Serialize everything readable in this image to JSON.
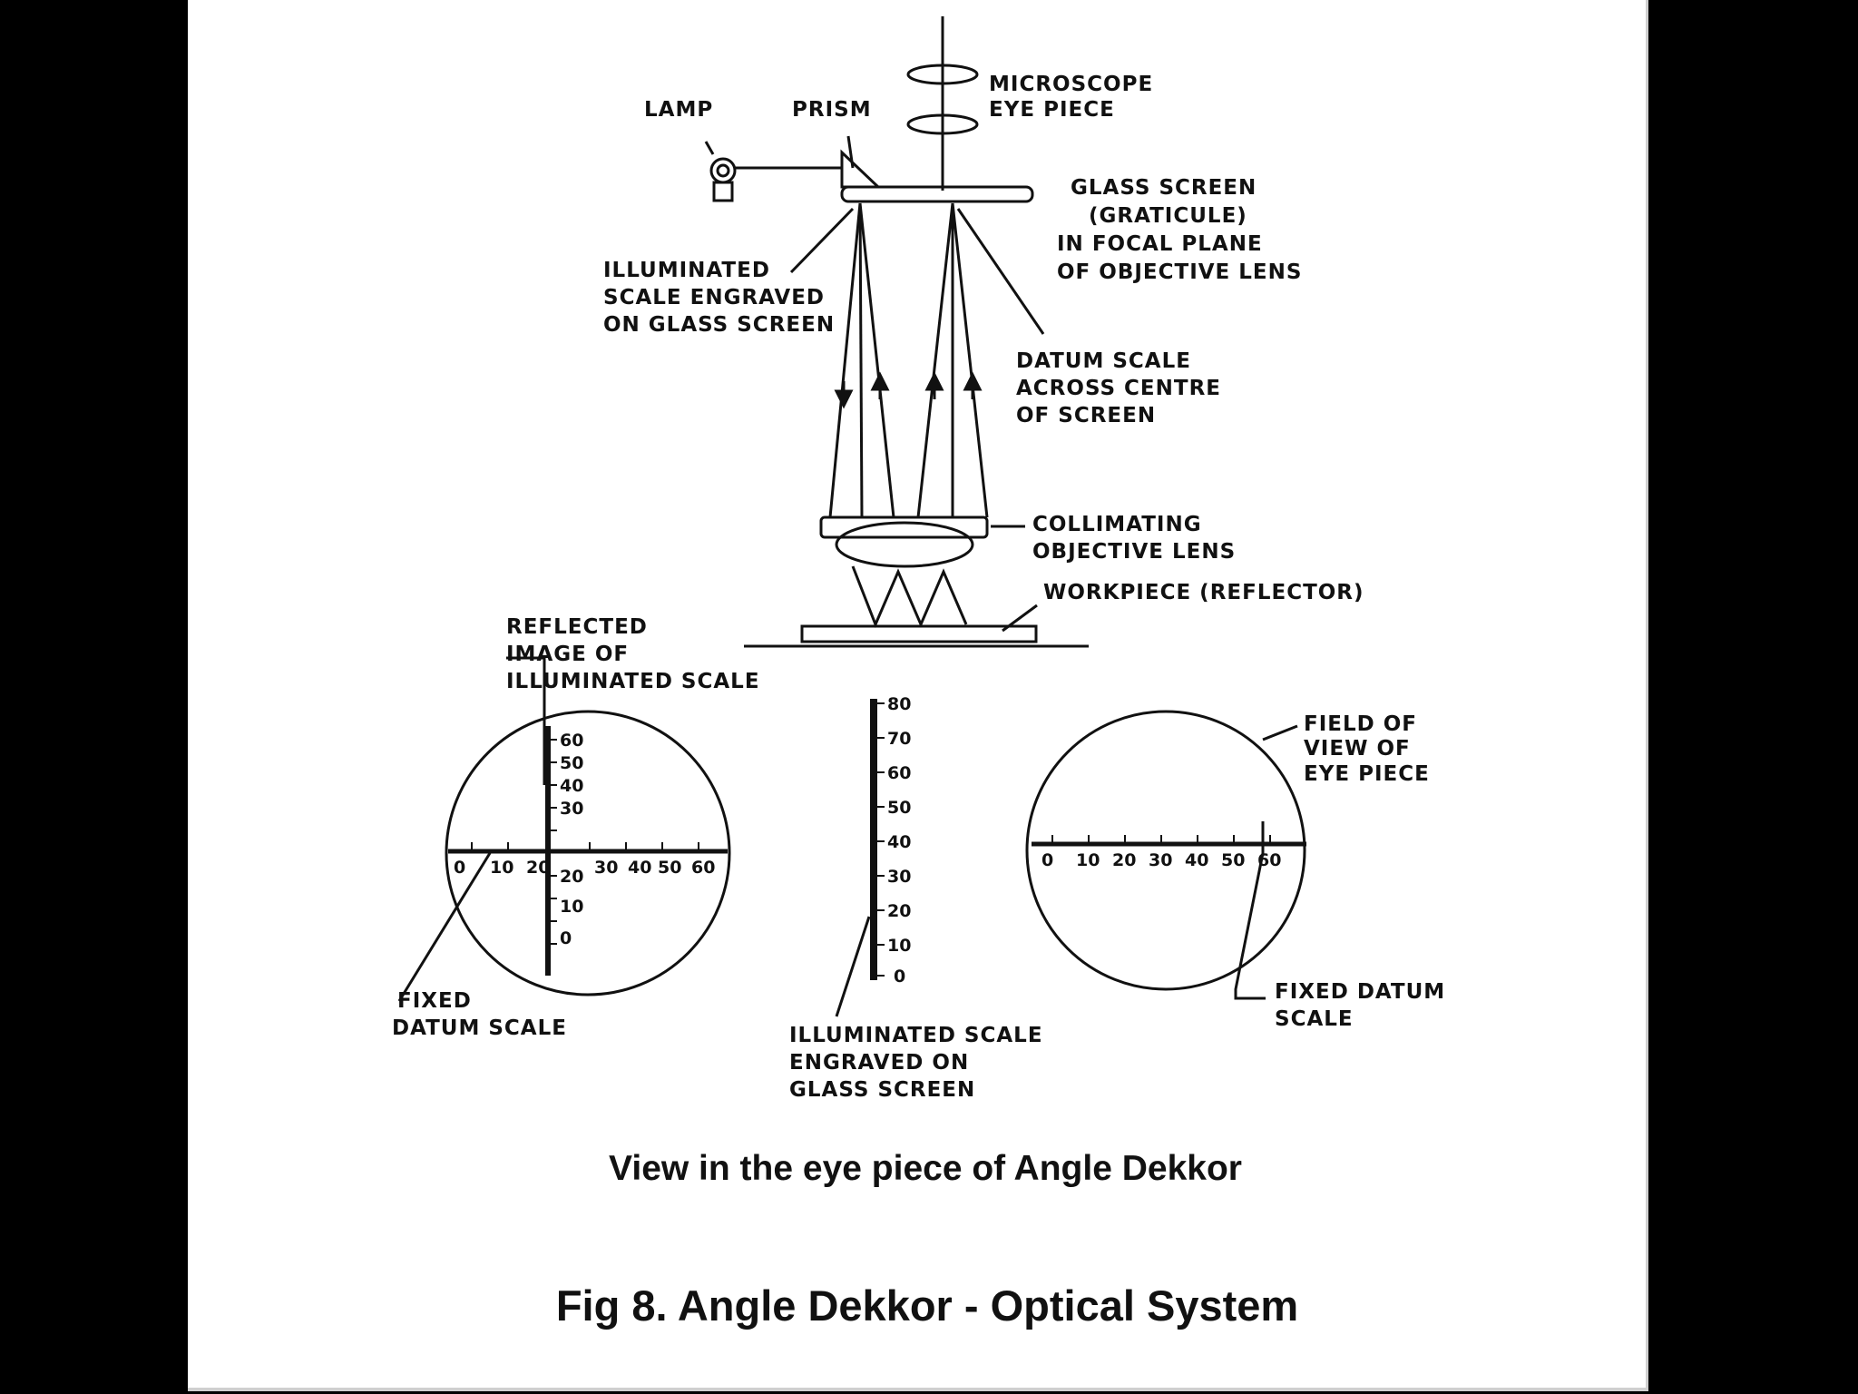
{
  "labels": {
    "lamp": "LAMP",
    "prism": "PRISM",
    "microscope": [
      "MICROSCOPE",
      "EYE PIECE"
    ],
    "glass_screen": [
      "GLASS SCREEN",
      "(GRATICULE)",
      "IN FOCAL PLANE",
      "OF OBJECTIVE LENS"
    ],
    "illuminated_top": [
      "ILLUMINATED",
      "SCALE ENGRAVED",
      "ON GLASS SCREEN"
    ],
    "datum_top": [
      "DATUM SCALE",
      "ACROSS CENTRE",
      "OF SCREEN"
    ],
    "collimating": [
      "COLLIMATING",
      "OBJECTIVE LENS"
    ],
    "workpiece": "WORKPIECE (REFLECTOR)",
    "reflected": [
      "REFLECTED",
      "IMAGE OF",
      "ILLUMINATED SCALE"
    ],
    "fixed_datum_left": [
      "FIXED",
      "DATUM SCALE"
    ],
    "illuminated_bottom": [
      "ILLUMINATED SCALE",
      "ENGRAVED ON",
      "GLASS SCREEN"
    ],
    "field_of_view": [
      "FIELD OF",
      "VIEW OF",
      "EYE PIECE"
    ],
    "fixed_datum_right": [
      "FIXED DATUM",
      "SCALE"
    ]
  },
  "scales": {
    "left_vertical": [
      "60",
      "50",
      "40",
      "30",
      "20",
      "10",
      "0"
    ],
    "left_horizontal": [
      "0",
      "10",
      "20",
      "30",
      "40",
      "50",
      "60"
    ],
    "middle_vertical": [
      "80",
      "70",
      "60",
      "50",
      "40",
      "30",
      "20",
      "10",
      "0"
    ],
    "right_horizontal": [
      "0",
      "10",
      "20",
      "30",
      "40",
      "50",
      "60"
    ]
  },
  "caption": "View in the eye piece of Angle Dekkor",
  "title": "Fig 8. Angle Dekkor - Optical System"
}
